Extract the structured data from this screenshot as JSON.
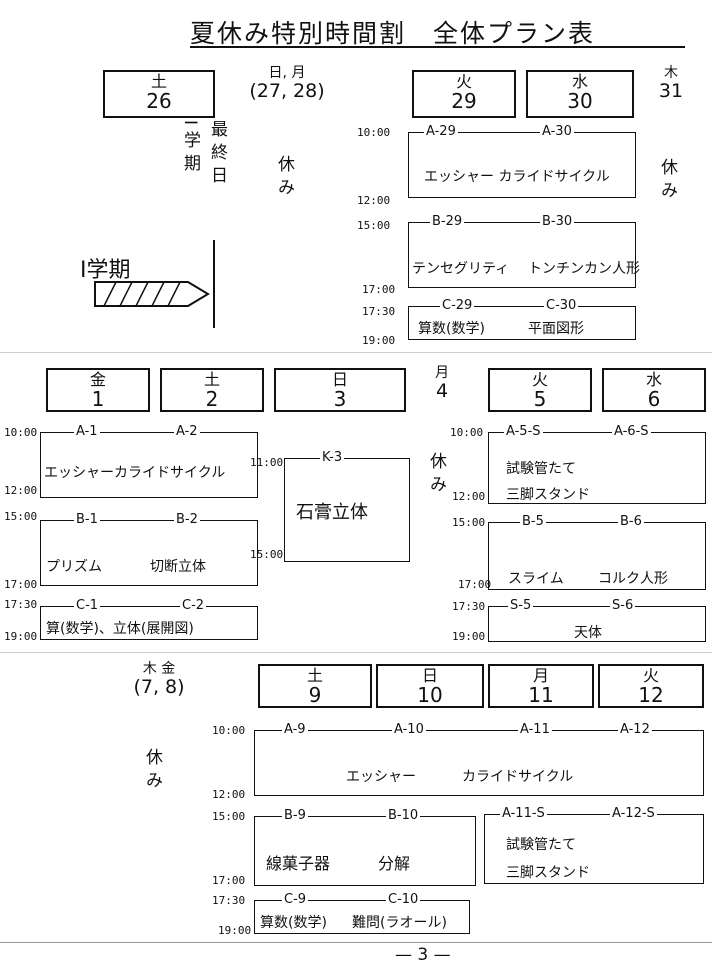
{
  "title": "夏休み特別時間割　全体プラン表",
  "times": {
    "t1000": "10:00",
    "t1200": "12:00",
    "t1500": "15:00",
    "t1700": "17:00",
    "t1730": "17:30",
    "t1900": "19:00",
    "t1100": "11:00"
  },
  "rest": "休み",
  "section1": {
    "sat": {
      "dow": "土",
      "num": "26"
    },
    "sunmon": {
      "dow": "日, 月",
      "num": "(27, 28)"
    },
    "tue": {
      "dow": "火",
      "num": "29"
    },
    "wed": {
      "dow": "水",
      "num": "30"
    },
    "thu": {
      "dow": "木",
      "num": "31"
    },
    "last_day_col1": "I学期",
    "last_day_col2": "最終日",
    "term_label": "I学期",
    "a_code1": "A-29",
    "a_code2": "A-30",
    "a_activity": "エッシャー カライドサイクル",
    "b_code1": "B-29",
    "b_code2": "B-30",
    "b_activity1": "テンセグリティ",
    "b_activity2": "トンチンカン人形",
    "c_code1": "C-29",
    "c_code2": "C-30",
    "c_activity1": "算数(数学)",
    "c_activity2": "平面図形"
  },
  "section2": {
    "fri": {
      "dow": "金",
      "num": "1"
    },
    "sat": {
      "dow": "土",
      "num": "2"
    },
    "sun": {
      "dow": "日",
      "num": "3"
    },
    "mon": {
      "dow": "月",
      "num": "4"
    },
    "tue": {
      "dow": "火",
      "num": "5"
    },
    "wed": {
      "dow": "水",
      "num": "6"
    },
    "a_code1": "A-1",
    "a_code2": "A-2",
    "a_activity": "エッシャーカライドサイクル",
    "b_code1": "B-1",
    "b_code2": "B-2",
    "b_activity1": "プリズム",
    "b_activity2": "切断立体",
    "c_code1": "C-1",
    "c_code2": "C-2",
    "c_activity": "算(数学)、立体(展開図)",
    "k_code": "K-3",
    "k_activity": "石膏立体",
    "as_code1": "A-5-S",
    "as_code2": "A-6-S",
    "as_activity1": "試験管たて",
    "as_activity2": "三脚スタンド",
    "b5_code1": "B-5",
    "b5_code2": "B-6",
    "b5_activity1": "スライム",
    "b5_activity2": "コルク人形",
    "s_code1": "S-5",
    "s_code2": "S-6",
    "s_activity": "天体"
  },
  "section3": {
    "thufri": {
      "dow": "木 金",
      "num": "(7, 8)"
    },
    "sat": {
      "dow": "土",
      "num": "9"
    },
    "sun": {
      "dow": "日",
      "num": "10"
    },
    "mon": {
      "dow": "月",
      "num": "11"
    },
    "tue": {
      "dow": "火",
      "num": "12"
    },
    "a_code1": "A-9",
    "a_code2": "A-10",
    "a_code3": "A-11",
    "a_code4": "A-12",
    "a_activity1": "エッシャー",
    "a_activity2": "カライドサイクル",
    "b_code1": "B-9",
    "b_code2": "B-10",
    "b_activity1": "線菓子器",
    "b_activity2": "分解",
    "as_code1": "A-11-S",
    "as_code2": "A-12-S",
    "as_activity1": "試験管たて",
    "as_activity2": "三脚スタンド",
    "c_code1": "C-9",
    "c_code2": "C-10",
    "c_activity1": "算数(数学)",
    "c_activity2": "難問(ラオール)"
  },
  "page_number": "— 3 —"
}
